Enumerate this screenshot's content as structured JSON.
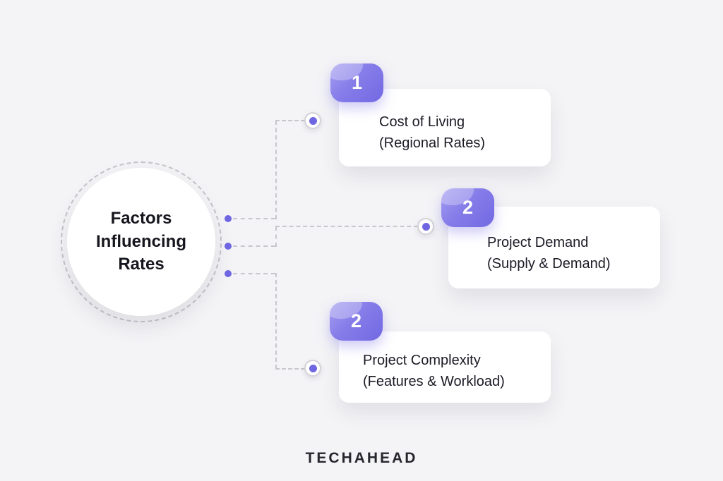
{
  "diagram": {
    "title": "Factors Influencing Rates",
    "nodes": [
      {
        "badge": "1",
        "line1": "Cost of Living",
        "line2": "(Regional Rates)"
      },
      {
        "badge": "2",
        "line1": "Project Demand",
        "line2": "(Supply & Demand)"
      },
      {
        "badge": "2",
        "line1": "Project Complexity",
        "line2": "(Features & Workload)"
      }
    ]
  },
  "footer": {
    "brand": "TECHAHEAD"
  },
  "colors": {
    "background": "#f4f4f6",
    "accent_purple": "#7268e3",
    "connector_gray": "#c7c7cd",
    "card_white": "#ffffff",
    "text_dark": "#1b1b26"
  }
}
